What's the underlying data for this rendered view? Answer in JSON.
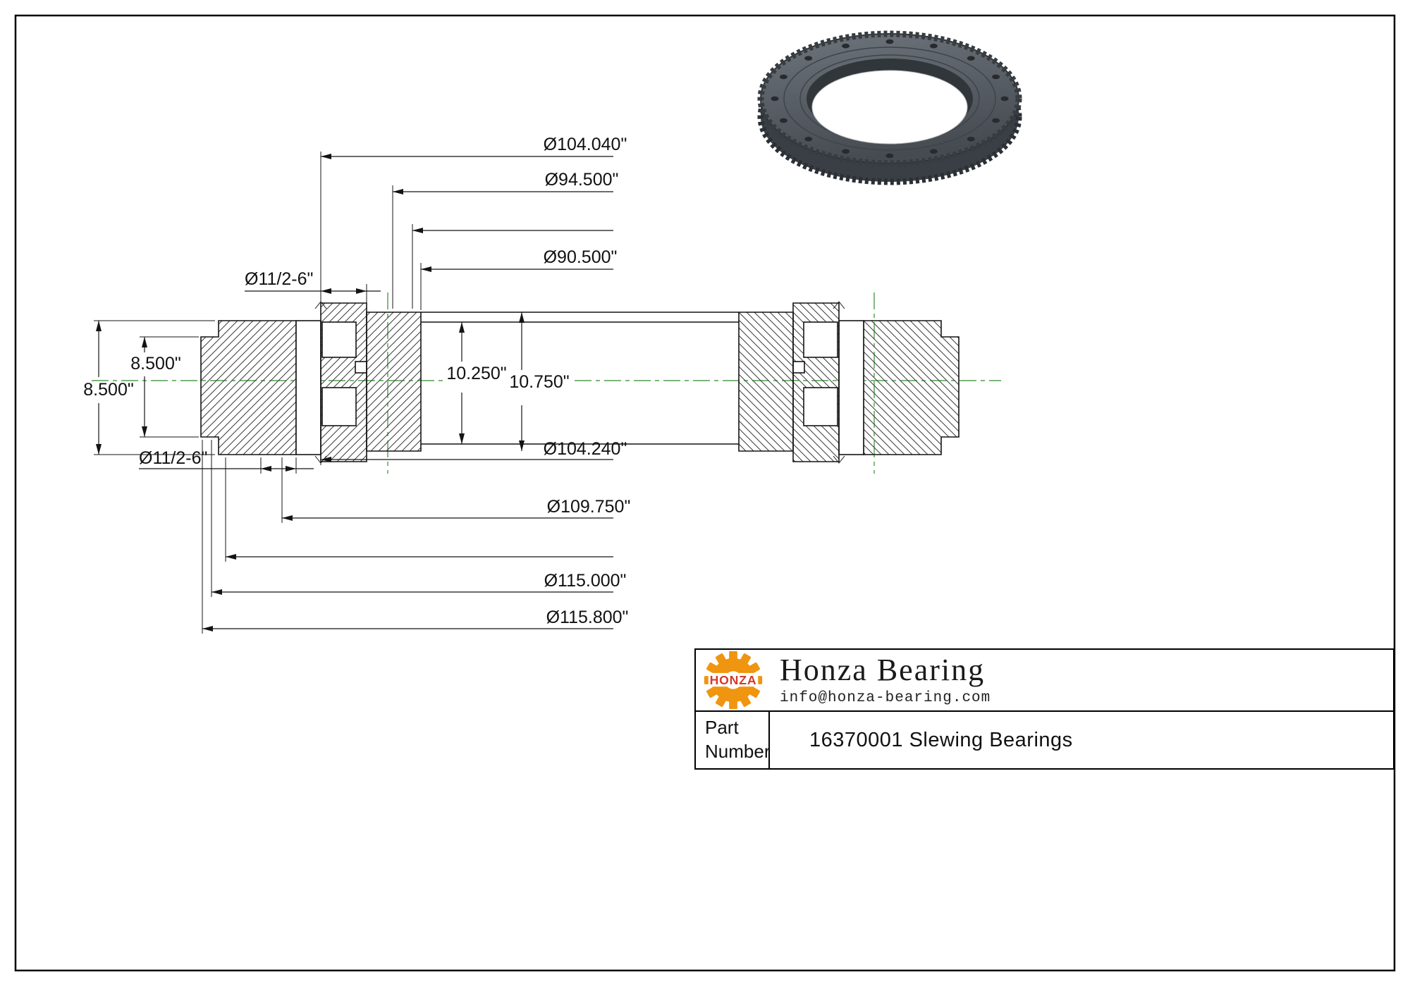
{
  "drawing": {
    "dim_labels": {
      "dia_104_040": "Ø104.040\"",
      "dia_94_500": "Ø94.500\"",
      "dia_90_500": "Ø90.500\"",
      "bolt_top": "Ø11/2-6\"",
      "height_outer": "8.500\"",
      "height_flange": "8.500\"",
      "bore_inner": "10.250\"",
      "bore_outer": "10.750\"",
      "dia_104_240": "Ø104.240\"",
      "bolt_bottom": "Ø11/2-6\"",
      "dia_109_750": "Ø109.750\"",
      "dia_115_000": "Ø115.000\"",
      "dia_115_800": "Ø115.800\""
    },
    "colors": {
      "centerline_green": "#2e8b2e",
      "outline_black": "#141414",
      "metal_gray": "#596066"
    }
  },
  "title_block": {
    "logo_text": "HONZA",
    "company": "Honza Bearing",
    "email": "info@honza-bearing.com",
    "part_label": "Part Number",
    "part_value": "16370001 Slewing  Bearings",
    "logo_orange": "#f0950f",
    "logo_red": "#d43a2a"
  }
}
